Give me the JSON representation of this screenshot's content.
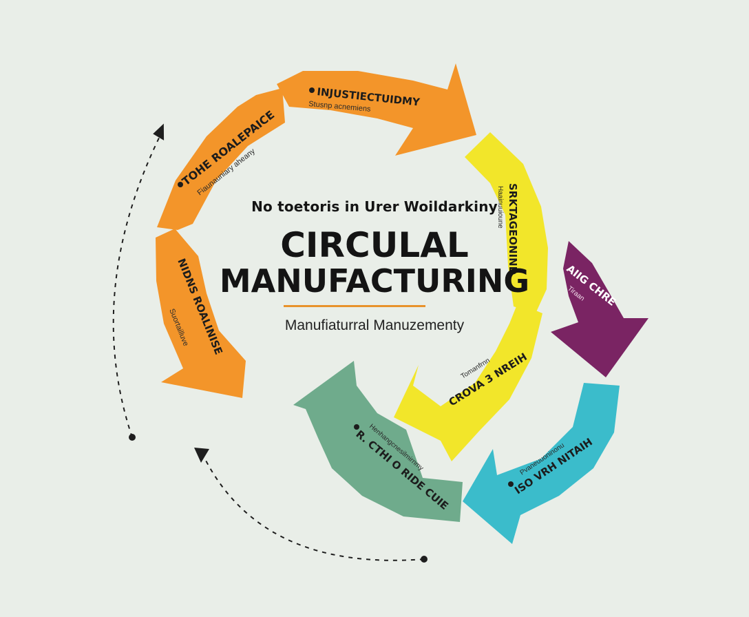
{
  "diagram": {
    "supertitle": "No toetoris in Urer Woildarkiny",
    "title_line1": "CIRCULAL",
    "title_line2": "MANUFACTURING",
    "subtitle": "Manufiaturral Manuzementy",
    "colors": {
      "background": "#e9eee8",
      "orange": "#f3952a",
      "yellow": "#f2e62a",
      "purple": "#7a2463",
      "teal": "#3bbccb",
      "green": "#6fab8c",
      "accent_rule": "#e8922b",
      "text": "#141414"
    },
    "segments": [
      {
        "id": "top",
        "title": "INJUSTIECTUIDMY",
        "subtitle": "Stusnp acnemiens"
      },
      {
        "id": "upper-left",
        "title": "TOHE ROALEPAICE",
        "subtitle": "Fiaunauniary aheany"
      },
      {
        "id": "left",
        "title": "NIDNS ROALINISE",
        "subtitle": "Suortailluve"
      },
      {
        "id": "right",
        "title": "SRKTAGEONIND",
        "subtitle": "Haainuuioune"
      },
      {
        "id": "purple",
        "title": "AIIG CHRE",
        "subtitle": "Tiraan"
      },
      {
        "id": "inner-yellow",
        "title": "CROVA 3 NREIH",
        "subtitle": "Tomanfrnn"
      },
      {
        "id": "teal",
        "title": "ISO VRH NITAIH",
        "subtitle": "Pvaneuuoninonu"
      },
      {
        "id": "green",
        "title": "R. CTHI O RIDE CUIE",
        "subtitle": "Henhangcnesilmirnmy"
      }
    ]
  }
}
